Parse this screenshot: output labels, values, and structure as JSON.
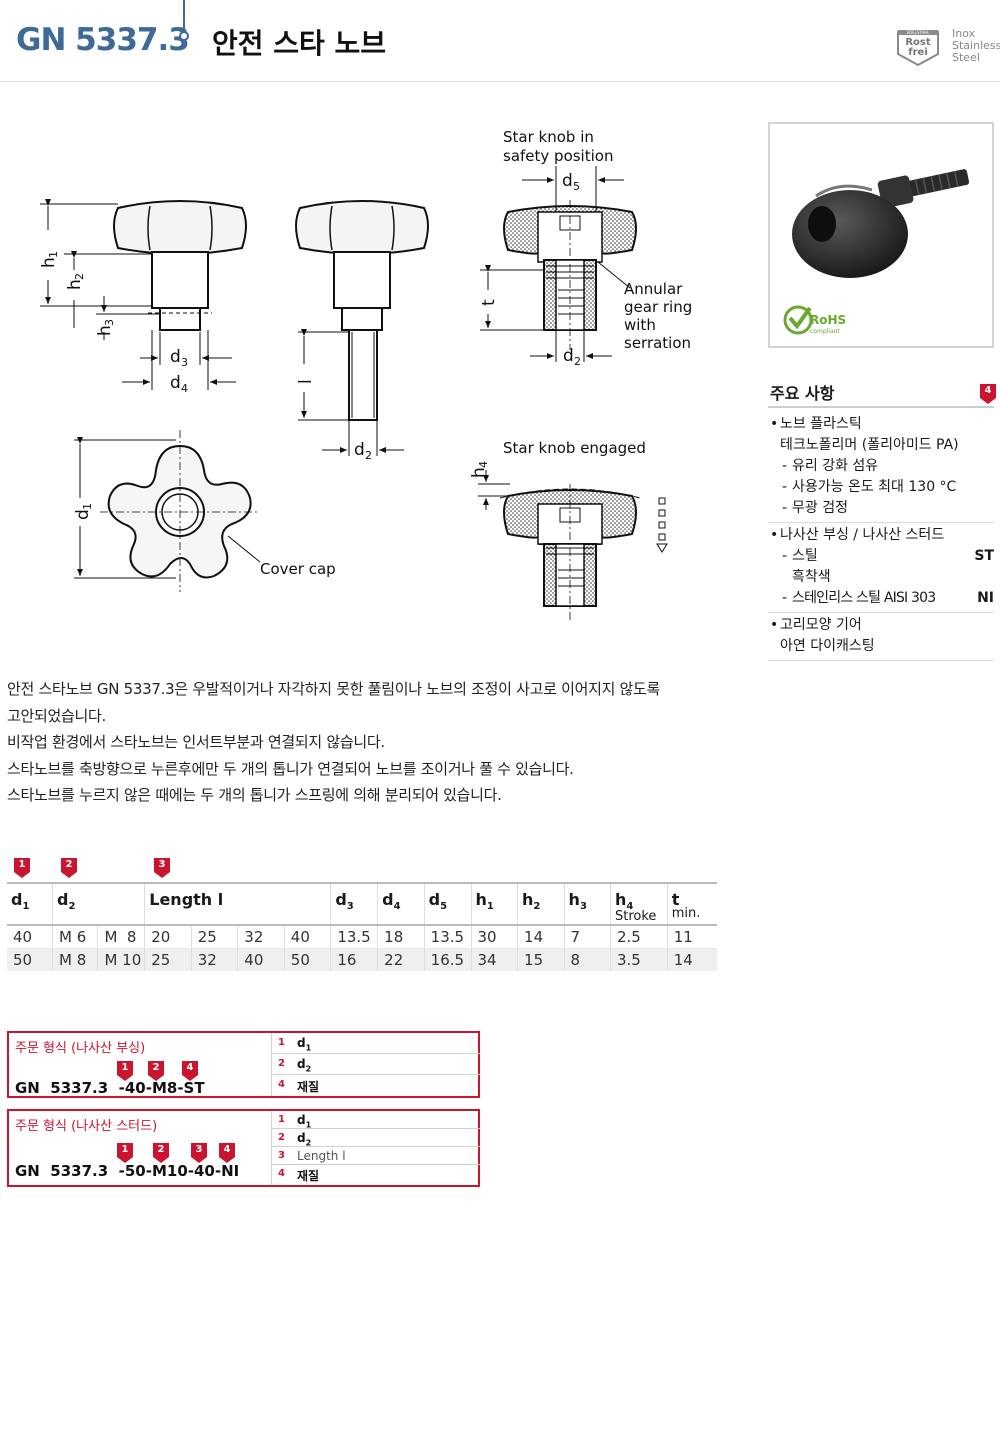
{
  "header": {
    "code": "GN 5337.3",
    "title": "안전 스타 노브",
    "badge_top": "EDELSTAHL",
    "badge_line1": "Rost",
    "badge_line2": "frei",
    "material_label": [
      "Inox",
      "Stainless",
      "Steel"
    ]
  },
  "drawing": {
    "labels": {
      "h1": "h",
      "h1_sub": "1",
      "h2": "h",
      "h2_sub": "2",
      "h3": "h",
      "h3_sub": "3",
      "d3": "d",
      "d3_sub": "3",
      "d4": "d",
      "d4_sub": "4",
      "l": "l",
      "d2": "d",
      "d2_sub": "2",
      "d2b": "d",
      "d2b_sub": "2",
      "d5": "d",
      "d5_sub": "5",
      "t": "t",
      "d1": "d",
      "d1_sub": "1",
      "h4": "h",
      "h4_sub": "4"
    },
    "safety_line1": "Star knob in",
    "safety_line2": "safety position",
    "annular": [
      "Annular",
      "gear ring",
      "with",
      "serration"
    ],
    "engaged": "Star knob engaged",
    "cover_cap": "Cover cap"
  },
  "photo": {
    "rohs": "RoHS",
    "rohs_sub": "compliant"
  },
  "features": {
    "title": "주요 사항",
    "pin": "4",
    "groups": [
      {
        "lines": [
          {
            "kind": "b",
            "text": "노브 플라스틱"
          },
          {
            "kind": "i",
            "text": "테크노폴리머 (폴리아미드 PA)"
          },
          {
            "kind": "d",
            "text": "유리 강화 섬유"
          },
          {
            "kind": "d",
            "text": "사용가능 온도 최대 130 °C"
          },
          {
            "kind": "d",
            "text": "무광 검정"
          }
        ]
      },
      {
        "lines": [
          {
            "kind": "b",
            "text": "나사산 부싱 / 나사산 스터드"
          },
          {
            "kind": "d",
            "text": "스틸",
            "code": "ST"
          },
          {
            "kind": "dd",
            "text": "흑착색"
          },
          {
            "kind": "d",
            "text": "스테인리스 스틸 AISI 303",
            "code": "NI"
          }
        ]
      },
      {
        "lines": [
          {
            "kind": "b",
            "text": "고리모양 기어"
          },
          {
            "kind": "i",
            "text": "아연 다이캐스팅"
          }
        ]
      }
    ]
  },
  "description": [
    "안전 스타노브 GN 5337.3은 우발적이거나 자각하지 못한 풀림이나 노브의 조정이 사고로 이어지지 않도록",
    "고안되었습니다.",
    "비작업 환경에서 스타노브는 인서트부분과 연결되지 않습니다.",
    "스타노브를 축방향으로 누른후에만 두 개의 톱니가 연결되어 노브를 조이거나 풀 수 있습니다.",
    "스타노브를 누르지 않은 때에는 두 개의 톱니가 스프링에 의해 분리되어 있습니다."
  ],
  "table": {
    "pins": [
      "1",
      "2",
      "3"
    ],
    "headers": [
      {
        "main": "d",
        "sub": "1"
      },
      {
        "main": "d",
        "sub": "2"
      },
      {
        "main": "Length l",
        "sub": ""
      },
      {
        "main": "d",
        "sub": "3"
      },
      {
        "main": "d",
        "sub": "4"
      },
      {
        "main": "d",
        "sub": "5"
      },
      {
        "main": "h",
        "sub": "1"
      },
      {
        "main": "h",
        "sub": "2"
      },
      {
        "main": "h",
        "sub": "3"
      },
      {
        "main": "h",
        "sub": "4",
        "extra": "Stroke"
      },
      {
        "main": "t",
        "sub": "",
        "extra": "min."
      }
    ],
    "rows": [
      [
        "40",
        "M 6",
        "M  8",
        "20",
        "25",
        "32",
        "40",
        "13.5",
        "18",
        "13.5",
        "30",
        "14",
        "7",
        "2.5",
        "11"
      ],
      [
        "50",
        "M 8",
        "M 10",
        "25",
        "32",
        "40",
        "50",
        "16",
        "22",
        "16.5",
        "34",
        "15",
        "8",
        "3.5",
        "14"
      ]
    ]
  },
  "orders": [
    {
      "title": "주문 형식 (나사산 부싱)",
      "code": "GN  5337.3  -40-M8-ST",
      "pins": [
        "1",
        "2",
        "4"
      ],
      "rows": [
        {
          "n": "1",
          "label": "d",
          "sub": "1"
        },
        {
          "n": "2",
          "label": "d",
          "sub": "2"
        },
        {
          "n": "4",
          "label": "재질",
          "sub": ""
        }
      ]
    },
    {
      "title": "주문 형식 (나사산 스터드)",
      "code": "GN  5337.3  -50-M10-40-NI",
      "pins": [
        "1",
        "2",
        "3",
        "4"
      ],
      "rows": [
        {
          "n": "1",
          "label": "d",
          "sub": "1"
        },
        {
          "n": "2",
          "label": "d",
          "sub": "2"
        },
        {
          "n": "3",
          "label": "Length l",
          "sub": ""
        },
        {
          "n": "4",
          "label": "재질",
          "sub": ""
        }
      ]
    }
  ]
}
